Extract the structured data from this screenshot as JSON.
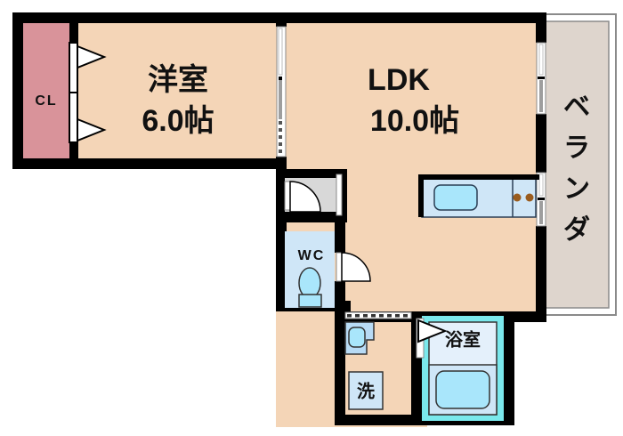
{
  "plan": {
    "title": "間取り図",
    "layout_type": "1LDK",
    "colors": {
      "wall": "#000000",
      "room_fill": "#f4d5b7",
      "closet_fill": "#d9939a",
      "veranda_fill": "#ded5cd",
      "water_fill": "#cfe6f7",
      "tub_fill": "#a9e6fb",
      "bath_border": "#7ae8ec",
      "entry_fill": "#d8d8d8",
      "stove_dot": "#9a5c1e",
      "outline": "#8a8a8a",
      "text": "#111111"
    }
  },
  "rooms": [
    {
      "id": "closet",
      "name": "CL",
      "label": "ＣＬ",
      "label_plain": "CL"
    },
    {
      "id": "bedroom",
      "name": "洋室",
      "label": "洋室",
      "size": "6.0帖",
      "size_value": 6.0,
      "size_unit": "帖"
    },
    {
      "id": "ldk",
      "name": "LDK",
      "label": "LDK",
      "size": "10.0帖",
      "size_value": 10.0,
      "size_unit": "帖"
    },
    {
      "id": "veranda",
      "name": "ベランダ",
      "label": "ベランダ",
      "chars": [
        "ベ",
        "ラ",
        "ン",
        "ダ"
      ]
    },
    {
      "id": "toilet",
      "name": "WC",
      "label": "WC"
    },
    {
      "id": "bathroom",
      "name": "浴室",
      "label": "浴室"
    },
    {
      "id": "washroom",
      "name": "洗面室",
      "label": "洗"
    },
    {
      "id": "entrance",
      "name": "玄関",
      "label": ""
    }
  ],
  "fixtures": [
    {
      "id": "kitchen-sink",
      "name": "sink"
    },
    {
      "id": "kitchen-stove",
      "name": "stove",
      "burners": 2
    },
    {
      "id": "toilet-bowl",
      "name": "toilet"
    },
    {
      "id": "wash-basin",
      "name": "wash-basin"
    },
    {
      "id": "washer-space",
      "name": "washing-machine",
      "label": "洗"
    },
    {
      "id": "bath-tub",
      "name": "bathtub"
    }
  ],
  "openings": [
    {
      "id": "closet-door-top",
      "type": "folding-door"
    },
    {
      "id": "closet-door-bottom",
      "type": "folding-door"
    },
    {
      "id": "bedroom-ldk-sliding-door",
      "type": "sliding-door"
    },
    {
      "id": "entrance-door",
      "type": "hinged-door"
    },
    {
      "id": "toilet-door",
      "type": "hinged-door"
    },
    {
      "id": "washroom-door",
      "type": "sliding-door"
    },
    {
      "id": "bathroom-door",
      "type": "folding-door"
    },
    {
      "id": "veranda-window-upper",
      "type": "window"
    },
    {
      "id": "veranda-window-lower",
      "type": "window"
    }
  ]
}
